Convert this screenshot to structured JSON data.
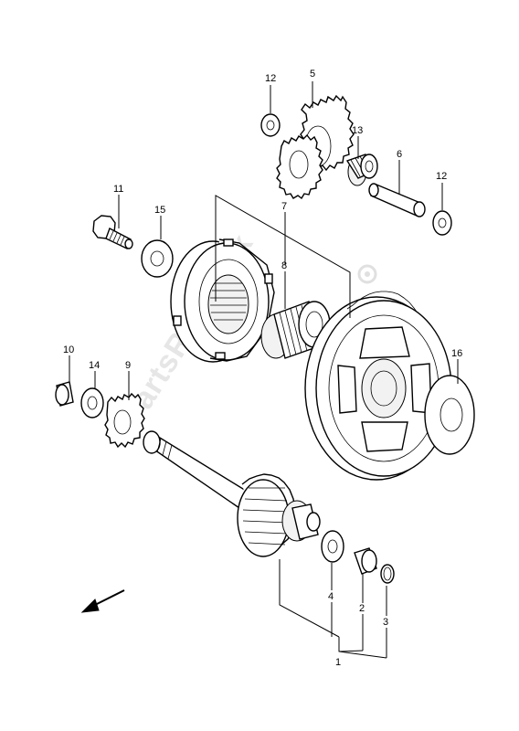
{
  "watermark": "PartsRepublik",
  "callouts": [
    {
      "id": "c5",
      "label": "5"
    },
    {
      "id": "c12a",
      "label": "12"
    },
    {
      "id": "c13",
      "label": "13"
    },
    {
      "id": "c6",
      "label": "6"
    },
    {
      "id": "c12b",
      "label": "12"
    },
    {
      "id": "c11",
      "label": "11"
    },
    {
      "id": "c15",
      "label": "15"
    },
    {
      "id": "c7",
      "label": "7"
    },
    {
      "id": "c8",
      "label": "8"
    },
    {
      "id": "c10",
      "label": "10"
    },
    {
      "id": "c14",
      "label": "14"
    },
    {
      "id": "c9",
      "label": "9"
    },
    {
      "id": "c16",
      "label": "16"
    },
    {
      "id": "c4",
      "label": "4"
    },
    {
      "id": "c2",
      "label": "2"
    },
    {
      "id": "c3",
      "label": "3"
    },
    {
      "id": "c1",
      "label": "1"
    }
  ],
  "icons": {
    "direction_arrow": "arrow-down-left-icon"
  }
}
